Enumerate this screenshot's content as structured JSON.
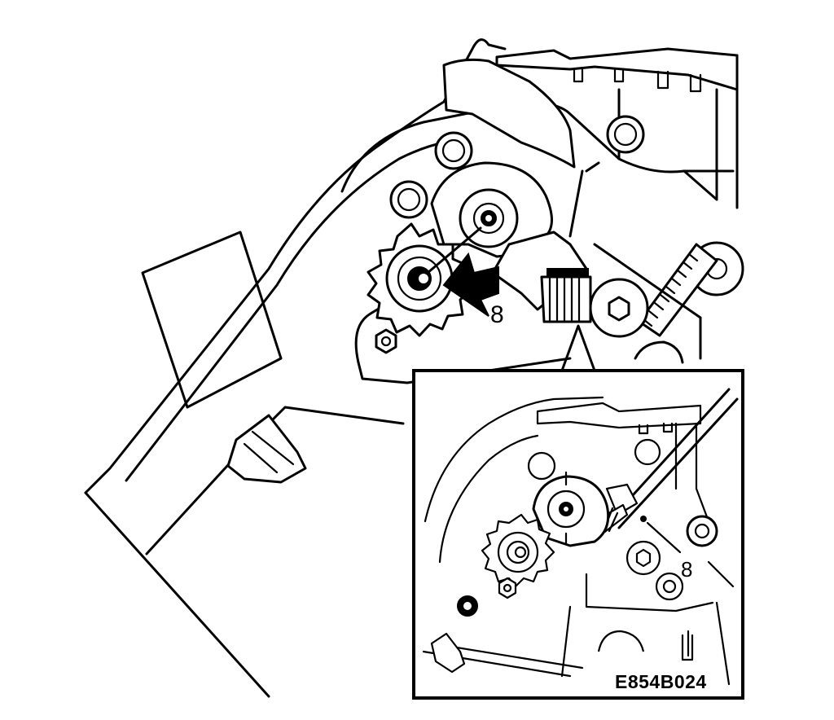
{
  "diagram": {
    "main_callout": "8",
    "inset_callout": "8",
    "figure_code": "E854B024"
  }
}
